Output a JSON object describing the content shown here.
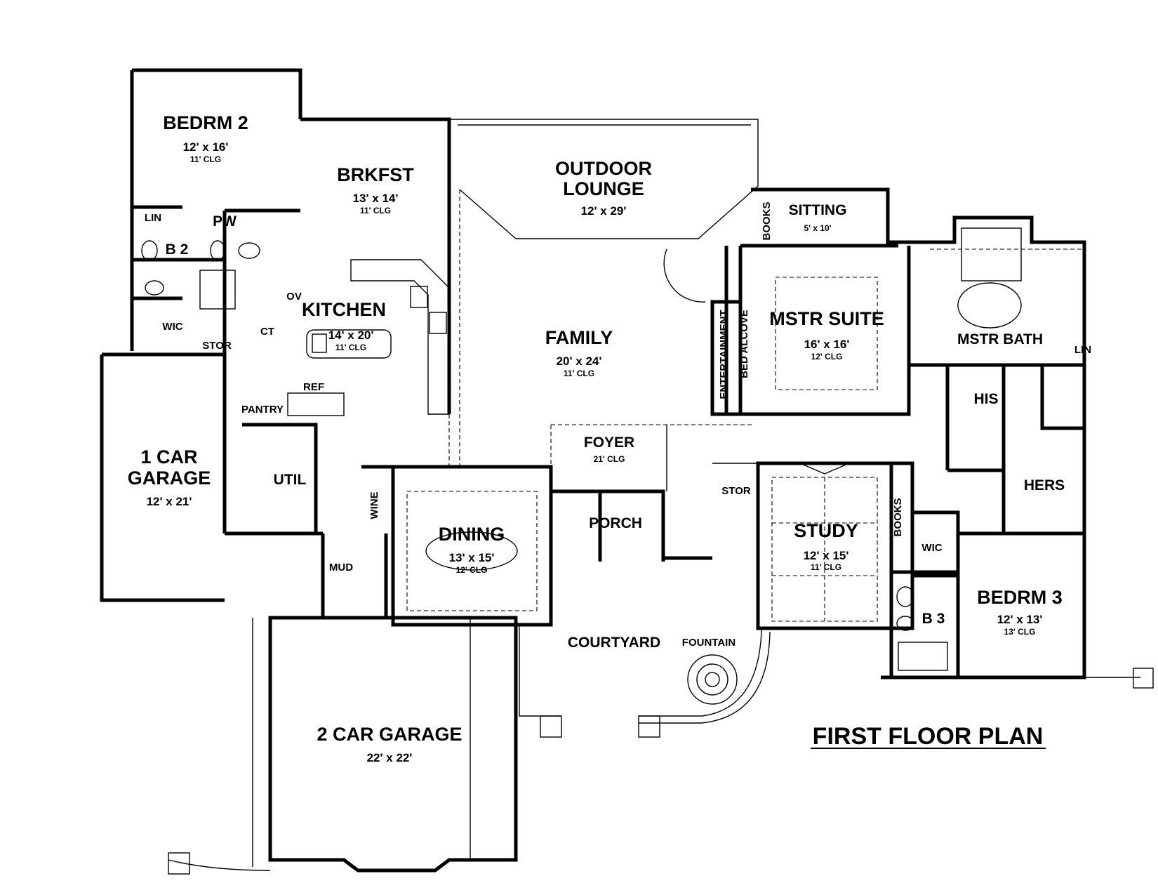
{
  "title": "FIRST FLOOR PLAN",
  "rooms": {
    "bedrm2": {
      "name": "BEDRM 2",
      "size": "12' x 16'",
      "clg": "11' CLG"
    },
    "brkfst": {
      "name": "BRKFST",
      "size": "13' x 14'",
      "clg": "11' CLG"
    },
    "outdoor_lounge": {
      "name_line1": "OUTDOOR",
      "name_line2": "LOUNGE",
      "size": "12' x 29'"
    },
    "sitting": {
      "name": "SITTING",
      "size": "5' x 10'"
    },
    "kitchen": {
      "name": "KITCHEN",
      "size": "14' x 20'",
      "clg": "11' CLG"
    },
    "family": {
      "name": "FAMILY",
      "size": "20' x 24'",
      "clg": "11' CLG"
    },
    "mstr_suite": {
      "name": "MSTR SUITE",
      "size": "16' x 16'",
      "clg": "12' CLG"
    },
    "mstr_bath": {
      "name": "MSTR BATH"
    },
    "his": {
      "name": "HIS"
    },
    "hers": {
      "name": "HERS"
    },
    "garage1": {
      "name_line1": "1 CAR",
      "name_line2": "GARAGE",
      "size": "12' x 21'"
    },
    "util": {
      "name": "UTIL"
    },
    "foyer": {
      "name": "FOYER",
      "clg": "21' CLG"
    },
    "porch": {
      "name": "PORCH"
    },
    "dining": {
      "name": "DINING",
      "size": "13' x 15'",
      "clg": "12' CLG"
    },
    "study": {
      "name": "STUDY",
      "size": "12' x 15'",
      "clg": "11' CLG"
    },
    "bedrm3": {
      "name": "BEDRM 3",
      "size": "12' x 13'",
      "clg": "13' CLG"
    },
    "garage2": {
      "name": "2 CAR GARAGE",
      "size": "22' x 22'"
    },
    "courtyard": {
      "name": "COURTYARD"
    },
    "fountain": {
      "name": "FOUNTAIN"
    }
  },
  "labels": {
    "lin1": "LIN",
    "pw": "PW",
    "b2": "B 2",
    "wic1": "WIC",
    "stor1": "STOR",
    "ov": "OV",
    "ct": "CT",
    "ref": "REF",
    "pantry": "PANTRY",
    "books1": "BOOKS",
    "bed_alcove": "BED ALCOVE",
    "entertainment": "ENTERTAINMENT",
    "lin2": "LIN",
    "wine": "WINE",
    "mud": "MUD",
    "stor2": "STOR",
    "books2": "BOOKS",
    "wic2": "WIC",
    "b3": "B 3"
  }
}
